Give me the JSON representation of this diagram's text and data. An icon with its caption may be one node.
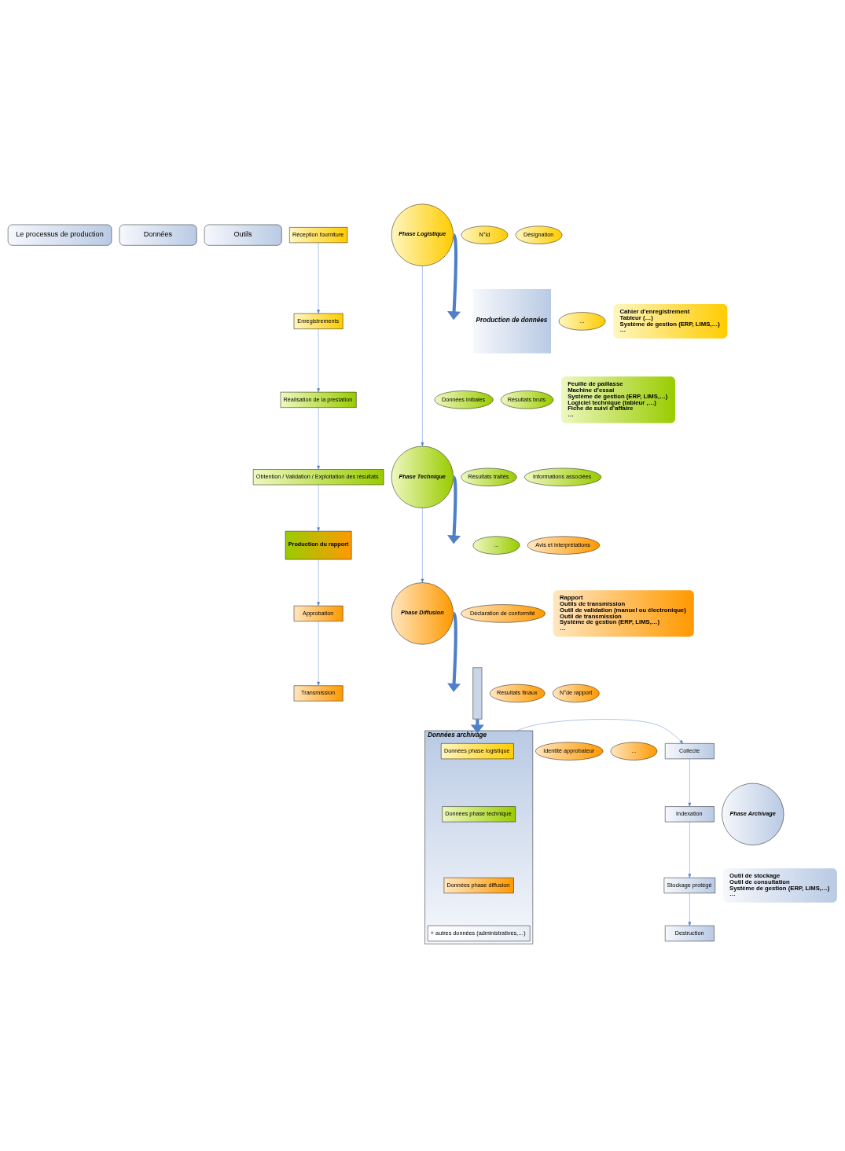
{
  "diagram": {
    "nodes": [
      {
        "text": [
          "Le processus de production"
        ]
      },
      {
        "text": [
          "Données"
        ]
      },
      {
        "text": [
          "Outils"
        ]
      },
      {
        "text": [
          "Réception fourniture"
        ]
      },
      {
        "text": [
          "Enregistrements"
        ]
      },
      {
        "text": [
          "Réalisation de la prestation"
        ]
      },
      {
        "text": [
          "Obtention / Validation / Exploitation des résultats"
        ]
      },
      {
        "text": [
          "Production du rapport"
        ]
      },
      {
        "text": [
          "Approbation"
        ]
      },
      {
        "text": [
          "Transmission"
        ]
      },
      {
        "text": [
          "Phase Logistique"
        ]
      },
      {
        "text": [
          "Phase Technique"
        ]
      },
      {
        "text": [
          "Phase Diffusion"
        ]
      },
      {
        "text": [
          "Production de données"
        ]
      },
      {
        "text": [],
        "shape": "bar"
      },
      {
        "text": [
          "N°id"
        ]
      },
      {
        "text": [
          "Désignation"
        ]
      },
      {
        "text": [
          "..."
        ]
      },
      {
        "text": [
          "Données initiales"
        ]
      },
      {
        "text": [
          "Résultats bruts"
        ]
      },
      {
        "text": [
          "Résultats traités"
        ]
      },
      {
        "text": [
          "Informations associées"
        ]
      },
      {
        "text": [
          "..."
        ]
      },
      {
        "text": [
          "Avis et interprétations"
        ]
      },
      {
        "text": [
          "Déclaration de conformité"
        ]
      },
      {
        "text": [
          "Résultats finaux"
        ]
      },
      {
        "text": [
          "N°de rapport"
        ]
      },
      {
        "text": [
          "Identité approbateur"
        ]
      },
      {
        "text": [
          "..."
        ]
      },
      {
        "text": [
          "Cahier d’enregistrement",
          "Tableur (…)",
          "Système de gestion (ERP, LIMS,…)",
          "…"
        ]
      },
      {
        "text": [
          "Feuille de paillasse",
          "Machine d’essai",
          "Système de gestion (ERP, LIMS,…)",
          "Logiciel technique (tableur ,…)",
          "Fiche de suivi d’affaire",
          "…"
        ]
      },
      {
        "text": [
          "Rapport",
          "Outils de transmission",
          "Outil de validation (manuel ou électronique)",
          "Outil de transmission",
          "Système de gestion (ERP, LIMS,…)",
          "…"
        ]
      },
      {
        "text": [
          "Collecte"
        ]
      },
      {
        "text": [
          "Indexation"
        ]
      },
      {
        "text": [
          "Stockage protégé"
        ]
      },
      {
        "text": [
          "Destruction"
        ]
      },
      {
        "text": [
          "Phase Archivage"
        ]
      },
      {
        "text": [
          "Données archivage"
        ]
      },
      {
        "text": [
          "Données phase logistique"
        ],
        "in": 37
      },
      {
        "text": [
          "Données phase technique"
        ],
        "in": 37
      },
      {
        "text": [
          "Données phase diffusion"
        ],
        "in": 37
      },
      {
        "text": [
          "+ autres données (administratives,…)"
        ],
        "in": 37
      },
      {
        "text": [
          "Outil de stockage",
          "Outil de consultation",
          "Système de gestion (ERP, LIMS,…)",
          "…"
        ]
      }
    ],
    "edges": [
      {
        "from": 3,
        "to": 4,
        "arrow": "to"
      },
      {
        "from": 4,
        "to": 5,
        "arrow": "to"
      },
      {
        "from": 5,
        "to": 6,
        "arrow": "to"
      },
      {
        "from": 6,
        "to": 7,
        "arrow": "to"
      },
      {
        "from": 7,
        "to": 8,
        "arrow": "to"
      },
      {
        "from": 8,
        "to": 9,
        "arrow": "to"
      },
      {
        "from": 10,
        "to": 11,
        "arrow": "to"
      },
      {
        "from": 11,
        "to": 12,
        "arrow": "to"
      },
      {
        "from": 10,
        "to": null,
        "arrow": "to",
        "style": "thick"
      },
      {
        "from": 11,
        "to": null,
        "arrow": "to",
        "style": "thick"
      },
      {
        "from": 12,
        "to": null,
        "arrow": "to",
        "style": "thick"
      },
      {
        "from": 14,
        "to": 37,
        "arrow": "to",
        "style": "thick"
      },
      {
        "from": 37,
        "to": 32,
        "arrow": "to"
      },
      {
        "from": 32,
        "to": 33,
        "arrow": "to"
      },
      {
        "from": 33,
        "to": 34,
        "arrow": "to"
      },
      {
        "from": 34,
        "to": 35,
        "arrow": "to"
      }
    ]
  }
}
